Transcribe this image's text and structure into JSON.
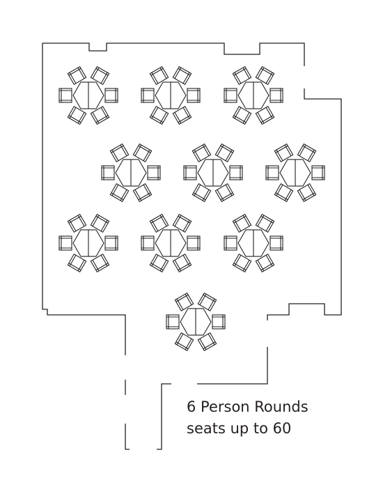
{
  "caption": {
    "title": "6 Person Rounds",
    "subtitle": "seats up to 60"
  },
  "tables": {
    "count": 10,
    "seats_per_table": 6
  },
  "colors": {
    "line": "#231f20",
    "background": "#ffffff"
  }
}
